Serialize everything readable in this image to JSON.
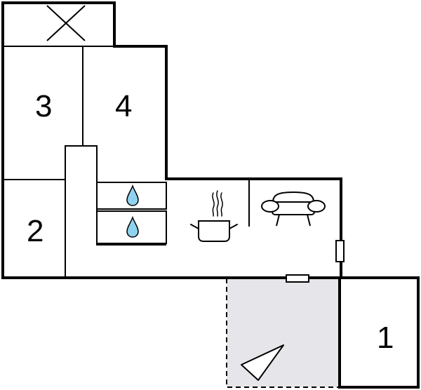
{
  "floor_plan": {
    "rooms": [
      {
        "id": "room-1",
        "label": "1"
      },
      {
        "id": "room-2",
        "label": "2"
      },
      {
        "id": "room-3",
        "label": "3"
      },
      {
        "id": "room-4",
        "label": "4"
      }
    ],
    "symbols": [
      "crossed-void-icon",
      "water-drop-icon",
      "water-drop-icon",
      "cooking-pot-icon",
      "sofa-icon",
      "window-icon",
      "window-icon",
      "terrace-triangle-icon"
    ],
    "colors": {
      "wall": "#000000",
      "terrace_fill": "#e6e6ea",
      "water_drop": "#8fd2ee",
      "background": "#ffffff"
    }
  }
}
